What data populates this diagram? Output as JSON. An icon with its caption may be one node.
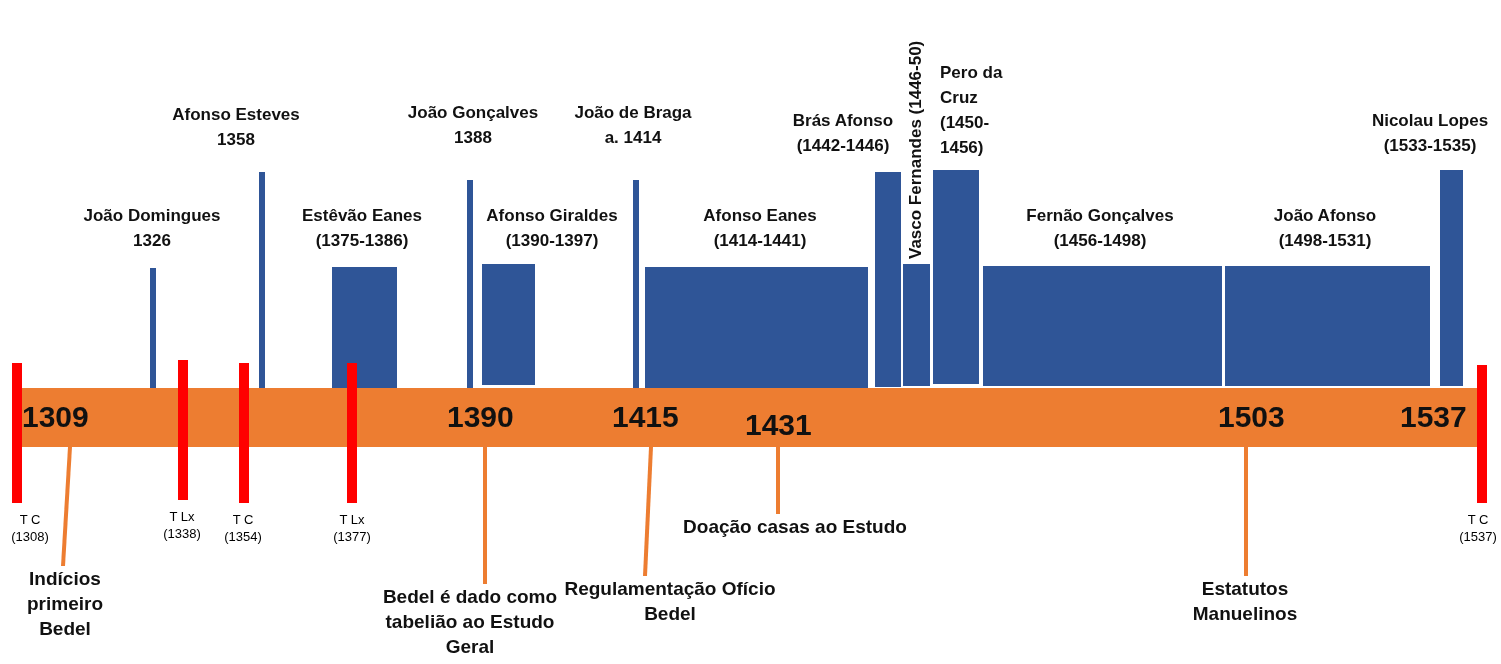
{
  "diagram": {
    "nodes": [
      {
        "text": [
          "T C",
          "(1308)"
        ]
      },
      {
        "text": [
          "1309"
        ]
      },
      {
        "text": [
          "Indícios primeiro Bedel"
        ]
      },
      {
        "text": [
          "João Domingues",
          "1326"
        ]
      },
      {
        "text": [
          "T Lx",
          "(1338)"
        ]
      },
      {
        "text": [
          "T C",
          "(1354)"
        ]
      },
      {
        "text": [
          "Afonso Esteves",
          "1358"
        ]
      },
      {
        "text": [
          "Estêvão Eanes",
          "(1375-1386)"
        ]
      },
      {
        "text": [
          "T Lx",
          "(1377)"
        ]
      },
      {
        "text": [
          "João Gonçalves",
          "1388"
        ]
      },
      {
        "text": [
          "1390"
        ]
      },
      {
        "text": [
          "Bedel é dado como tabelião ao Estudo Geral"
        ]
      },
      {
        "text": [
          "Afonso Giraldes",
          "(1390-1397)"
        ]
      },
      {
        "text": [
          "João de Braga",
          "a. 1414"
        ]
      },
      {
        "text": [
          "1415"
        ]
      },
      {
        "text": [
          "Regulamentação Ofício Bedel"
        ]
      },
      {
        "text": [
          "Afonso Eanes",
          "(1414-1441)"
        ]
      },
      {
        "text": [
          "1431"
        ]
      },
      {
        "text": [
          "Doação casas ao Estudo"
        ]
      },
      {
        "text": [
          "Brás Afonso",
          "(1442-1446)"
        ]
      },
      {
        "text": [
          "Vasco Fernandes (1446-50)"
        ]
      },
      {
        "text": [
          "Pero da Cruz",
          "(1450-1456)"
        ]
      },
      {
        "text": [
          "Fernão Gonçalves",
          "(1456-1498)"
        ]
      },
      {
        "text": [
          "João Afonso",
          "(1498-1531)"
        ]
      },
      {
        "text": [
          "1503"
        ]
      },
      {
        "text": [
          "Estatutos Manuelinos"
        ]
      },
      {
        "text": [
          "Nicolau Lopes",
          "(1533-1535)"
        ]
      },
      {
        "text": [
          "T C",
          "(1537)"
        ]
      }
    ],
    "edges": [
      {
        "from": 2,
        "to": 1,
        "arrow": "none"
      },
      {
        "from": 11,
        "to": 10,
        "arrow": "none"
      },
      {
        "from": 15,
        "to": 14,
        "arrow": "none"
      },
      {
        "from": 18,
        "to": 17,
        "arrow": "none"
      },
      {
        "from": 25,
        "to": 24,
        "arrow": "none"
      }
    ],
    "labels": [
      "1537"
    ]
  }
}
